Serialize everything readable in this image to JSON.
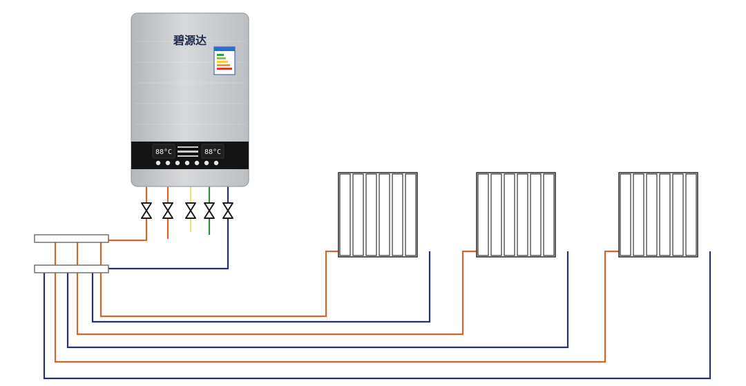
{
  "boiler": {
    "brand": "碧源达",
    "display_left": "88°C",
    "display_right": "88°C",
    "body_color": "#c9cbce",
    "panel_color": "#141414",
    "lcd_color": "#f2f2f2"
  },
  "pipe_colors": {
    "hot": "#d9632a",
    "cold": "#25306a",
    "power": "#f1df7a",
    "ground": "#2f8a3d",
    "outline": "#555555"
  },
  "icons": {
    "valve": "valve-icon",
    "energy_label": "energy-label-icon"
  },
  "layout": {
    "radiator_count": 3,
    "radiator_fins": 6,
    "valve_count": 5
  }
}
